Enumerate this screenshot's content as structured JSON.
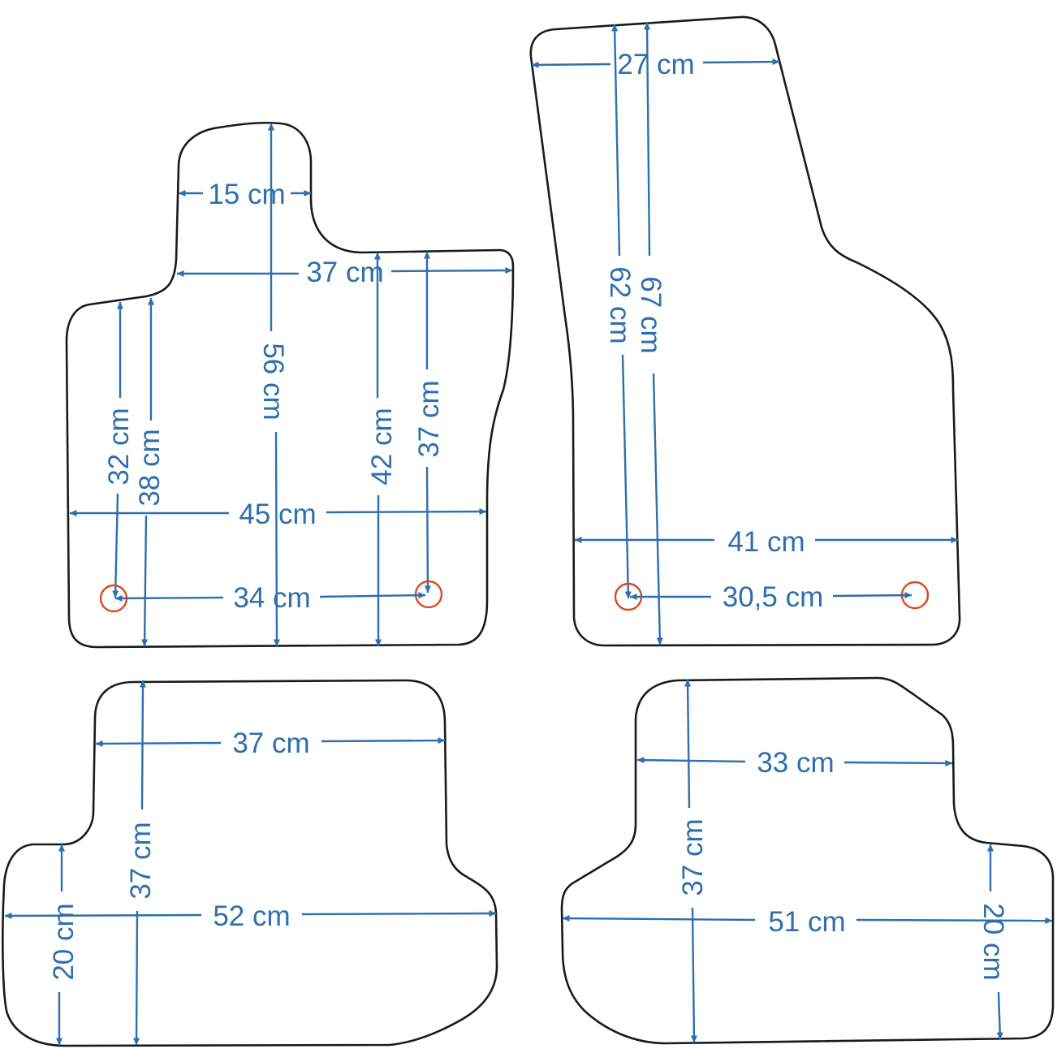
{
  "colors": {
    "outline": "#1a1a1a",
    "dimension": "#2e6fad",
    "hole_marker": "#e0461f"
  },
  "mats": {
    "front_left": {
      "labels": {
        "heel_width": "15 cm",
        "upper_width": "37 cm",
        "height_total": "56 cm",
        "height_inner": "42 cm",
        "height_right": "37 cm",
        "height_left_hole": "32 cm",
        "height_left": "38 cm",
        "width_full": "45 cm",
        "hole_distance": "34 cm"
      }
    },
    "front_right": {
      "labels": {
        "top_width": "27 cm",
        "hole_height": "62 cm",
        "height_total": "67 cm",
        "width_full": "41 cm",
        "hole_distance": "30,5 cm"
      }
    },
    "rear_left": {
      "labels": {
        "top_width": "37 cm",
        "height_total": "37 cm",
        "width_full": "52 cm",
        "side_height": "20 cm"
      }
    },
    "rear_right": {
      "labels": {
        "top_width": "33 cm",
        "height_total": "37 cm",
        "width_full": "51 cm",
        "side_height": "20 cm"
      }
    }
  }
}
